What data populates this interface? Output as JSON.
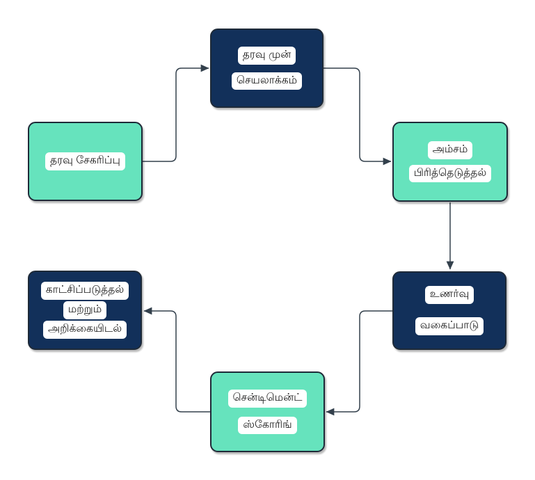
{
  "diagram_title": "",
  "colors": {
    "teal_fill": "#66E3BD",
    "navy_fill": "#12305A",
    "node_border": "#1E2A38",
    "connector": "#33404C",
    "label_bg": "#FFFFFF",
    "label_text": "#1A1A1A",
    "background": "#FFFFFF"
  },
  "nodes": [
    {
      "id": "data-collection",
      "color": "teal",
      "lines": [
        "தரவு சேகரிப்பு"
      ]
    },
    {
      "id": "data-preprocessing",
      "color": "navy",
      "lines": [
        "தரவு முன்",
        "செயலாக்கம்"
      ]
    },
    {
      "id": "feature-extraction",
      "color": "teal",
      "lines": [
        "அம்சம்",
        "பிரித்தெடுத்தல்"
      ]
    },
    {
      "id": "sentiment-classification",
      "color": "navy",
      "lines": [
        "உணர்வு",
        "வகைப்பாடு"
      ]
    },
    {
      "id": "sentiment-scoring",
      "color": "teal",
      "lines": [
        "சென்டிமென்ட்",
        "ஸ்கோரிங்"
      ]
    },
    {
      "id": "visualization-reporting",
      "color": "navy",
      "lines": [
        "காட்சிப்படுத்தல்",
        "மற்றும்",
        "அறிக்கையிடல்"
      ]
    }
  ],
  "edges": [
    {
      "from": "data-collection",
      "to": "data-preprocessing"
    },
    {
      "from": "data-preprocessing",
      "to": "feature-extraction"
    },
    {
      "from": "feature-extraction",
      "to": "sentiment-classification"
    },
    {
      "from": "sentiment-classification",
      "to": "sentiment-scoring"
    },
    {
      "from": "sentiment-scoring",
      "to": "visualization-reporting"
    }
  ]
}
